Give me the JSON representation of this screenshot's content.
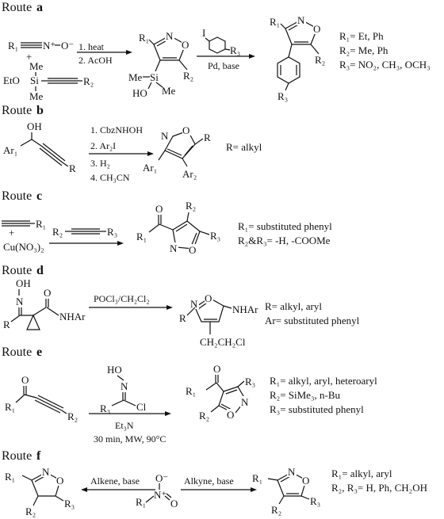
{
  "routes": [
    {
      "word": "Route",
      "letter": "a",
      "conditions": [
        "1. heat",
        "2. AcOH",
        "Pd, base"
      ],
      "definitions": [
        "R₁= Et, Ph",
        "R₂= Me, Ph",
        "R₃= NO₂, CH₃, OCH₃"
      ]
    },
    {
      "word": "Route",
      "letter": "b",
      "conditions": [
        "1. CbzNHOH",
        "2. Ar₂I",
        "3. H₂",
        "4. CH₃CN"
      ],
      "definitions": [
        "R= alkyl"
      ]
    },
    {
      "word": "Route",
      "letter": "c",
      "conditions": [],
      "definitions": [
        "R₁= substituted phenyl",
        "R₂&R₃= -H, -COOMe"
      ]
    },
    {
      "word": "Route",
      "letter": "d",
      "conditions": [
        "POCl₃/CH₂Cl₂"
      ],
      "definitions": [
        "R= alkyl, aryl",
        "Ar= substituted phenyl"
      ]
    },
    {
      "word": "Route",
      "letter": "e",
      "conditions": [
        "Et₃N",
        "30 min, MW, 90°C"
      ],
      "definitions": [
        "R₁= alkyl, aryl, heteroaryl",
        "R₂= SiMe₃, n-Bu",
        "R₃= substituted phenyl"
      ]
    },
    {
      "word": "Route",
      "letter": "f",
      "conditions": [
        "Alkene, base",
        "Alkyne, base"
      ],
      "definitions": [
        "R₁= alkyl, aryl",
        "R₂, R₃= H, Ph, CH₂OH"
      ]
    }
  ],
  "labels": {
    "r1": "R₁",
    "r2": "R₂",
    "r3": "R₃",
    "r": "R",
    "ar": "Ar",
    "ar1": "Ar₁",
    "ar2": "Ar₂",
    "n": "N",
    "o": "O",
    "oh": "OH",
    "ho": "HO",
    "nplus": "N⁺",
    "ominus": "O⁻",
    "plus": "+",
    "me": "Me",
    "eto": "EtO",
    "si": "Si",
    "i": "I",
    "cu": "Cu(NO₃)₂",
    "nhar": "NHAr",
    "ch2ch2cl": "CH₂CH₂Cl",
    "cl": "Cl",
    "o_dbl": "O",
    "noplus": "N",
    "o2": "O"
  }
}
